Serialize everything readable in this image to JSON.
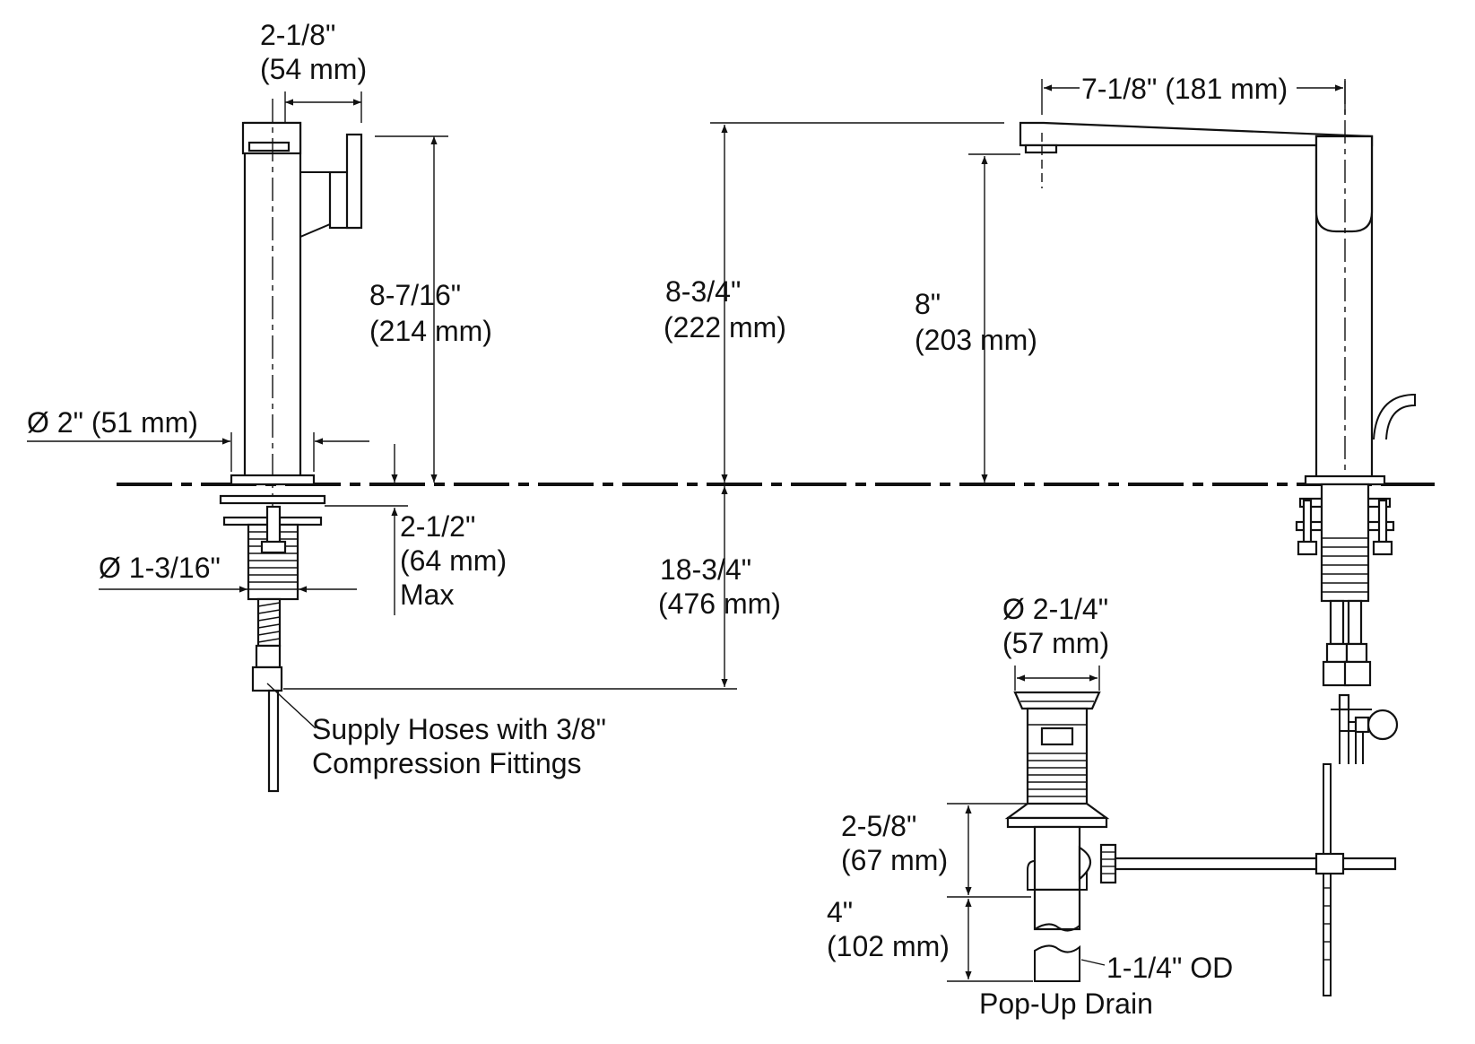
{
  "labels": {
    "top_width_in": "2-1/8\"",
    "top_width_mm": "(54 mm)",
    "spout_reach": "7-1/8\" (181 mm)",
    "height_handle_in": "8-7/16\"",
    "height_handle_mm": "(214 mm)",
    "height_total_in": "8-3/4\"",
    "height_total_mm": "(222 mm)",
    "height_spout_in": "8\"",
    "height_spout_mm": "(203 mm)",
    "base_dia": "Ø 2\" (51 mm)",
    "shank_len_in": "2-1/2\"",
    "shank_len_mm": "(64 mm)",
    "shank_len_max": "Max",
    "shank_dia": "Ø 1-3/16\"",
    "hose_len_in": "18-3/4\"",
    "hose_len_mm": "(476 mm)",
    "supply_line1": "Supply Hoses with 3/8\"",
    "supply_line2": "Compression Fittings",
    "drain_dia_in": "Ø 2-1/4\"",
    "drain_dia_mm": "(57 mm)",
    "drain_body_in": "2-5/8\"",
    "drain_body_mm": "(67 mm)",
    "tailpiece_in": "4\"",
    "tailpiece_mm": "(102 mm)",
    "tailpiece_od": "1-1/4\" OD",
    "drain_caption": "Pop-Up Drain"
  }
}
